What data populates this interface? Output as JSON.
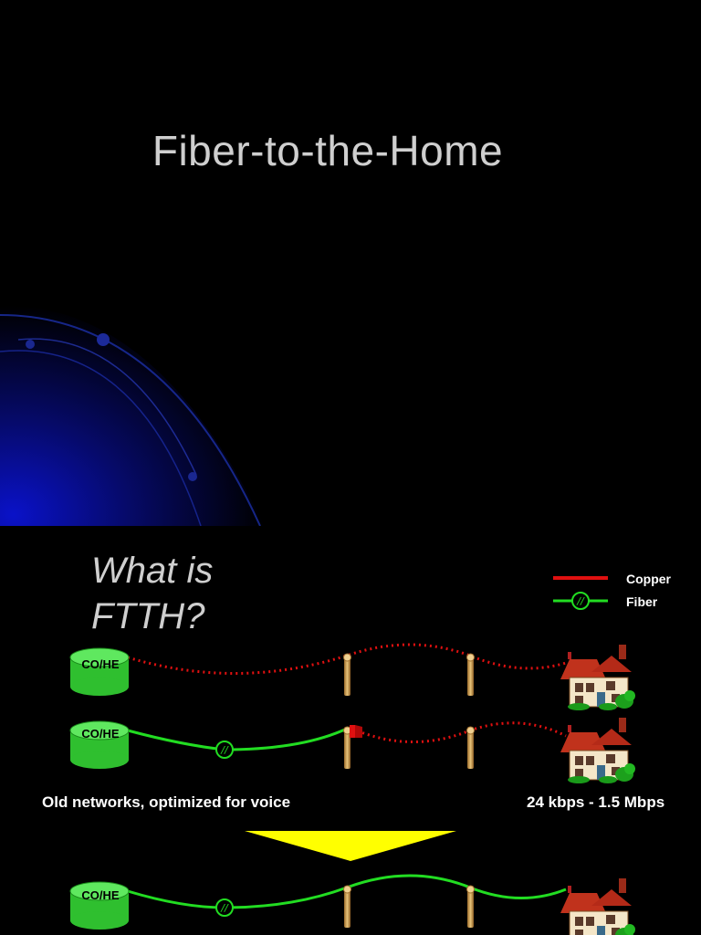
{
  "slide1": {
    "title": "Fiber-to-the-Home"
  },
  "slide2": {
    "title_line1": "What is",
    "title_line2": "FTTH?",
    "legend": {
      "copper_label": "Copper",
      "fiber_label": "Fiber",
      "copper_color": "#e01010",
      "fiber_color": "#22dd22"
    },
    "rows": [
      {
        "node_label": "CO/HE",
        "feeder": "copper",
        "drop": "copper"
      },
      {
        "node_label": "CO/HE",
        "feeder": "fiber",
        "drop": "copper"
      },
      {
        "node_label": "CO/HE",
        "feeder": "fiber",
        "drop": "fiber"
      }
    ],
    "caption_left": "Old networks, optimized for voice",
    "caption_right": "24 kbps - 1.5 Mbps",
    "icons": [
      "central-office-cylinder-icon",
      "utility-pole-icon",
      "house-icon",
      "splice-marker-icon",
      "down-arrow-icon"
    ]
  }
}
